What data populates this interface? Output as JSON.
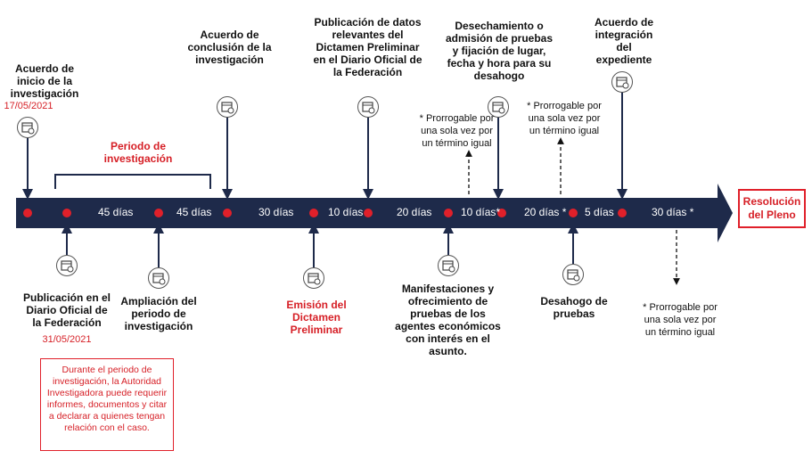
{
  "events_top": [
    {
      "id": "inicio",
      "label": "Acuerdo  de  inicio de la investigación",
      "date": "17/05/2021"
    },
    {
      "id": "conclusion",
      "label": "Acuerdo de conclusión de la investigación"
    },
    {
      "id": "publicacion_datos",
      "label": "Publicación de datos relevantes del Dictamen Preliminar en el Diario Oficial de la Federación"
    },
    {
      "id": "desechamiento",
      "label": "Desechamiento o admisión de pruebas y fijación de lugar, fecha y hora para su desahogo"
    },
    {
      "id": "integracion",
      "label": "Acuerdo de integración del expediente"
    }
  ],
  "events_bottom": [
    {
      "id": "publicacion_dof",
      "label": "Publicación en el Diario Oficial de la Federación",
      "date": "31/05/2021"
    },
    {
      "id": "ampliacion",
      "label": "Ampliación del periodo de investigación"
    },
    {
      "id": "emision",
      "label": "Emisión del Dictamen Preliminar"
    },
    {
      "id": "manifestaciones",
      "label": "Manifestaciones y ofrecimiento de pruebas de los agentes económicos con interés en el asunto."
    },
    {
      "id": "desahogo",
      "label": "Desahogo de pruebas"
    }
  ],
  "durations": [
    "45 días",
    "45 días",
    "30 días",
    "10 días",
    "20 días",
    "10 días*",
    "20 días *",
    "5 días",
    "30 días *"
  ],
  "period_label": "Periodo de investigación",
  "notes": {
    "prorrogable_1": "* Prorrogable por una sola vez por un término igual",
    "prorrogable_2": "* Prorrogable por una sola vez por un término igual",
    "prorrogable_3": "* Prorrogable por una sola vez por un término igual"
  },
  "resolution": "Resolución del Pleno",
  "info_box": "Durante el periodo de investigación, la Autoridad Investigadora puede requerir informes, documentos y citar a declarar a quienes tengan relación con el caso.",
  "colors": {
    "arrow": "#1e2a4a",
    "dot": "#e0202a",
    "accent_text": "#d61f26"
  },
  "icons": [
    "calendar-clock-icon"
  ]
}
